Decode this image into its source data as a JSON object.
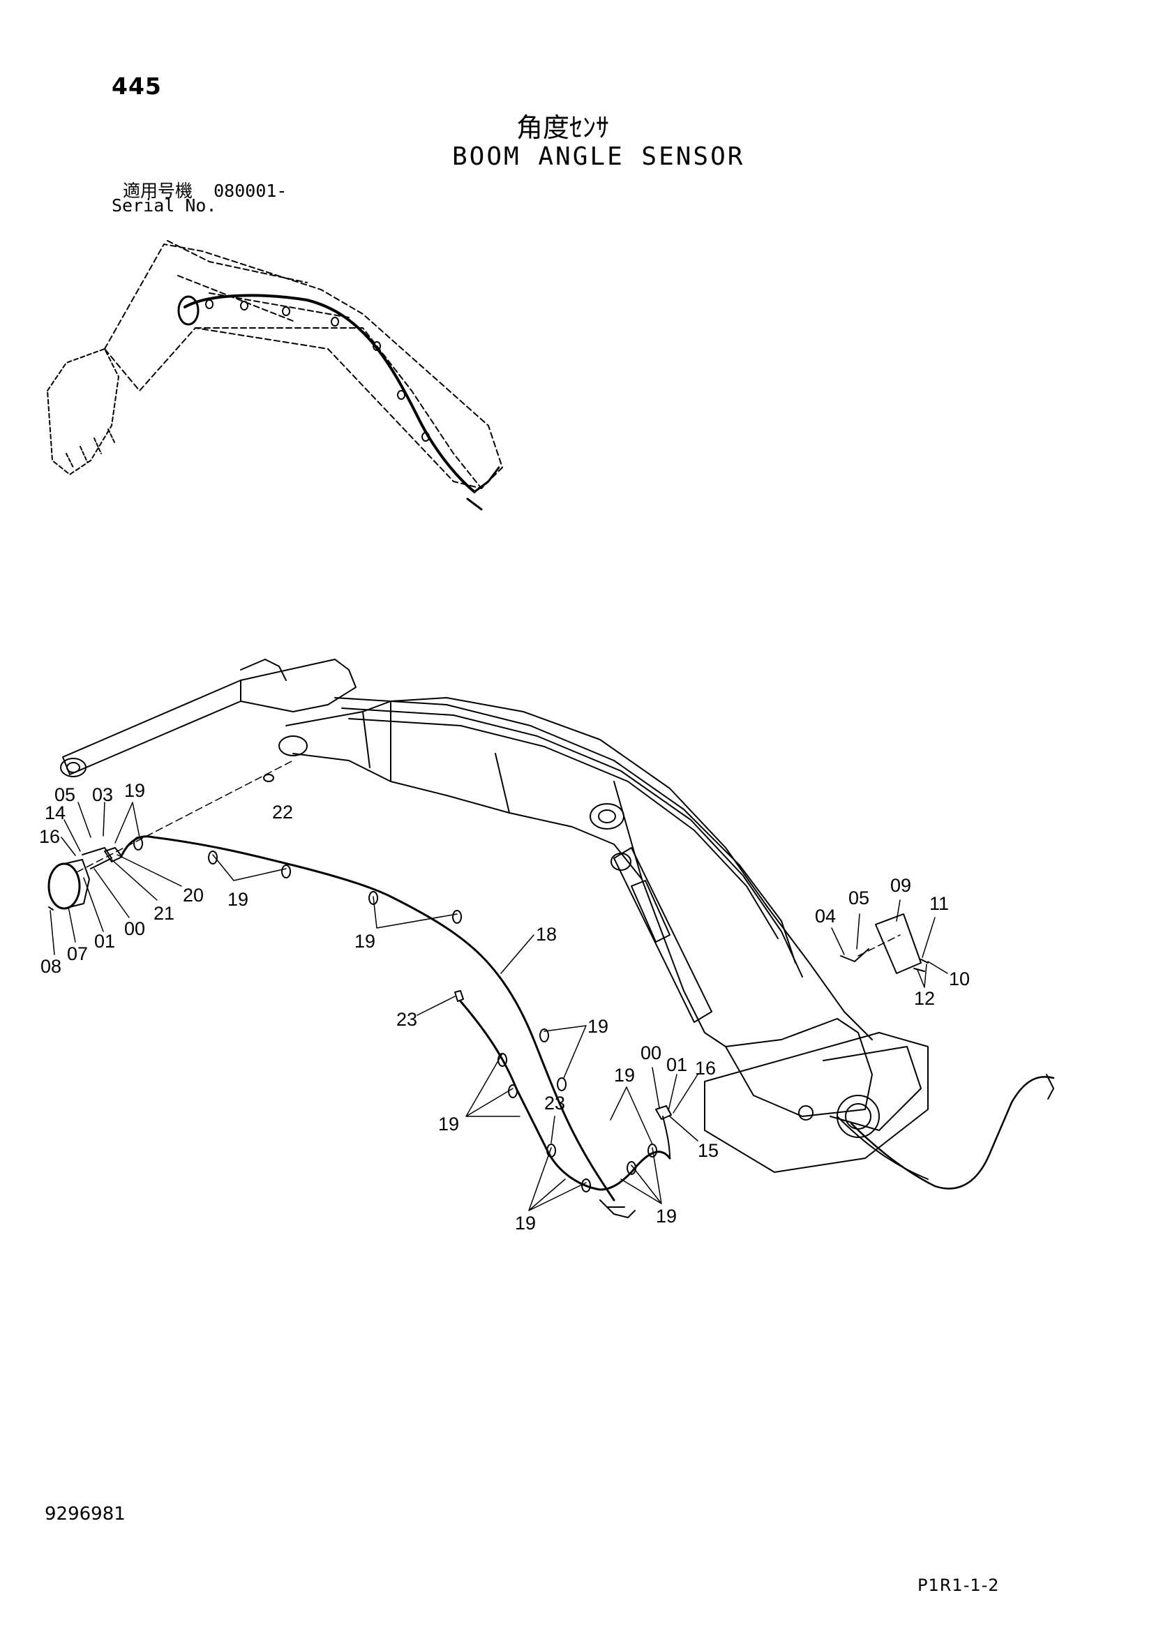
{
  "header": {
    "page_number": "445",
    "title_jp": "角度ｾﾝｻ",
    "title_en": "BOOM ANGLE SENSOR",
    "serial_label_jp": "適用号機",
    "serial_value": "080001-",
    "serial_label_en": "Serial No."
  },
  "footer": {
    "doc_number": "9296981",
    "page_code": "P1R1-1-2"
  },
  "callouts": {
    "c05a": "05",
    "c03": "03",
    "c19a": "19",
    "c14": "14",
    "c16a": "16",
    "c22": "22",
    "c20": "20",
    "c21": "21",
    "c19b": "19",
    "c00a": "00",
    "c01a": "01",
    "c07": "07",
    "c08": "08",
    "c19c": "19",
    "c18": "18",
    "c23a": "23",
    "c19d": "19",
    "c19e": "19",
    "c23b": "23",
    "c19f": "19",
    "c00b": "00",
    "c01b": "01",
    "c16b": "16",
    "c15": "15",
    "c19g": "19",
    "c19h": "19",
    "c09": "09",
    "c05b": "05",
    "c04": "04",
    "c11": "11",
    "c10": "10",
    "c12": "12"
  }
}
